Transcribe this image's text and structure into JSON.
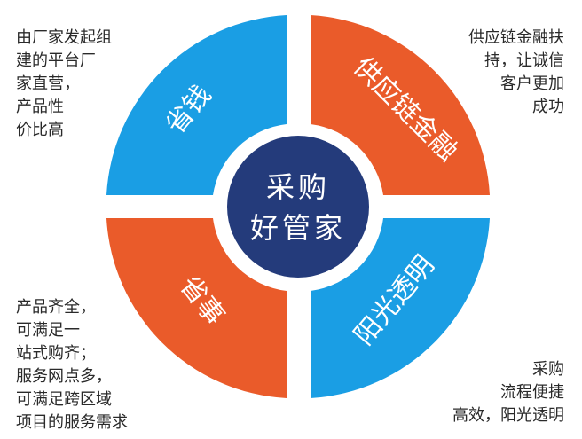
{
  "center": {
    "line1": "采购",
    "line2": "好管家"
  },
  "quadrants": {
    "top_left": {
      "label": "省钱"
    },
    "top_right": {
      "label": "供应链金融"
    },
    "bottom_left": {
      "label": "省事"
    },
    "bottom_right": {
      "label": "阳光透明"
    }
  },
  "descriptions": {
    "top_left": [
      "由厂家发起组",
      "建的平台厂",
      "家直营，",
      "产品性",
      "价比高"
    ],
    "top_right": [
      "供应链金融扶",
      "持，让诚信",
      "客户更加",
      "成功"
    ],
    "bottom_left": [
      "产品齐全，",
      "可满足一",
      "站式购齐；",
      "服务网点多，",
      "可满足跨区域",
      "项目的服务需求"
    ],
    "bottom_right": [
      "采购",
      "流程便捷",
      "高效，阳光透明"
    ]
  },
  "colors": {
    "blue": "#1a9ee4",
    "orange": "#ea5b2a",
    "center": "#243b7b",
    "text": "#2a2a2a",
    "label": "#ffffff"
  }
}
